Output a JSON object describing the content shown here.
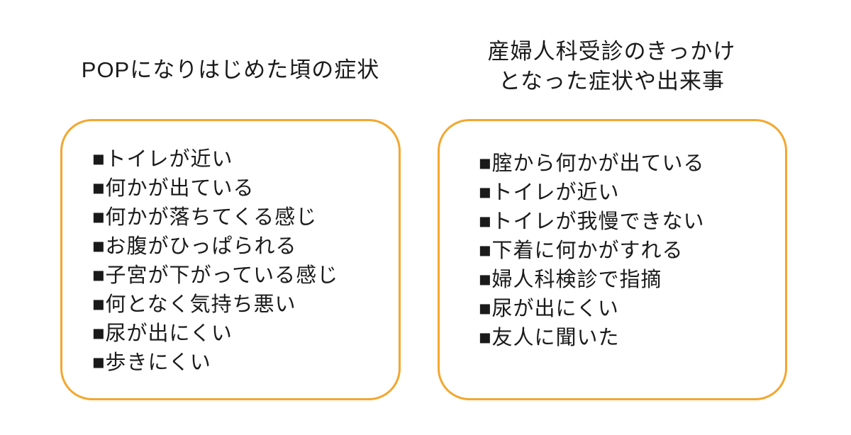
{
  "colors": {
    "background": "#ffffff",
    "box_border": "#f3a72e",
    "text": "#1a1a1a"
  },
  "left_panel": {
    "title": "POPになりはじめた頃の症状",
    "items": [
      "■トイレが近い",
      "■何かが出ている",
      "■何かが落ちてくる感じ",
      "■お腹がひっぱられる",
      "■子宮が下がっている感じ",
      "■何となく気持ち悪い",
      "■尿が出にくい",
      "■歩きにくい"
    ]
  },
  "right_panel": {
    "title_line1": "産婦人科受診のきっかけ",
    "title_line2": "となった症状や出来事",
    "items": [
      "■腟から何かが出ている",
      "■トイレが近い",
      "■トイレが我慢できない",
      "■下着に何かがすれる",
      "■婦人科検診で指摘",
      "■尿が出にくい",
      "■友人に聞いた"
    ]
  }
}
